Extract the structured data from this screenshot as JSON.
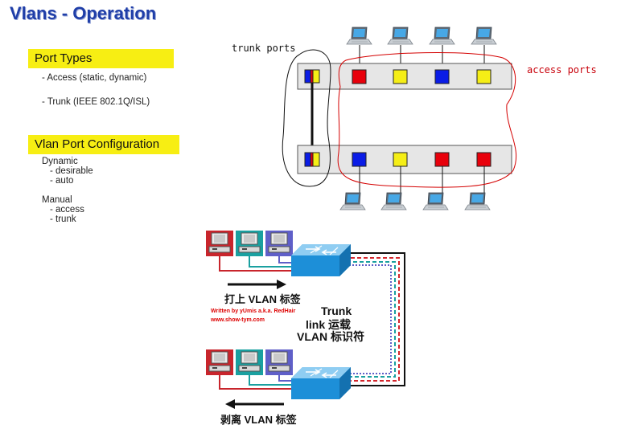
{
  "title": "Vlans - Operation",
  "port_types": {
    "heading": "Port Types",
    "items": [
      "- Access (static, dynamic)",
      "- Trunk (IEEE 802.1Q/ISL)"
    ]
  },
  "vlan_config": {
    "heading": "Vlan Port Configuration",
    "dynamic_label": "Dynamic",
    "dynamic_items": [
      "- desirable",
      "- auto"
    ],
    "manual_label": "Manual",
    "manual_items": [
      "- access",
      "- trunk"
    ]
  },
  "top_diagram": {
    "trunk_label": "trunk ports",
    "access_label": "access ports",
    "top_switch_ports": [
      "trunk",
      "red",
      "yellow",
      "blue",
      "yellow"
    ],
    "bottom_switch_ports": [
      "trunk",
      "blue",
      "yellow",
      "red",
      "red"
    ],
    "colors": {
      "red": "#e8000b",
      "yellow": "#f5ee16",
      "blue": "#0a1ce6",
      "frame": "#e6e6e6",
      "highlight_red": "#d40000"
    }
  },
  "bottom_diagram": {
    "tag_label": "打上 VLAN 标签",
    "credit_line1": "Written by yUmis a.k.a. RedHair",
    "credit_line2": "www.show-tym.com",
    "trunk_line1": "Trunk",
    "trunk_line2": "link 运载",
    "trunk_line3": "VLAN 标识符",
    "untag_label": "剥离 VLAN 标签",
    "pc_colors": [
      "#c8252c",
      "#1aa0a0",
      "#5f5fc8"
    ],
    "switch_color": "#1e90d6"
  }
}
